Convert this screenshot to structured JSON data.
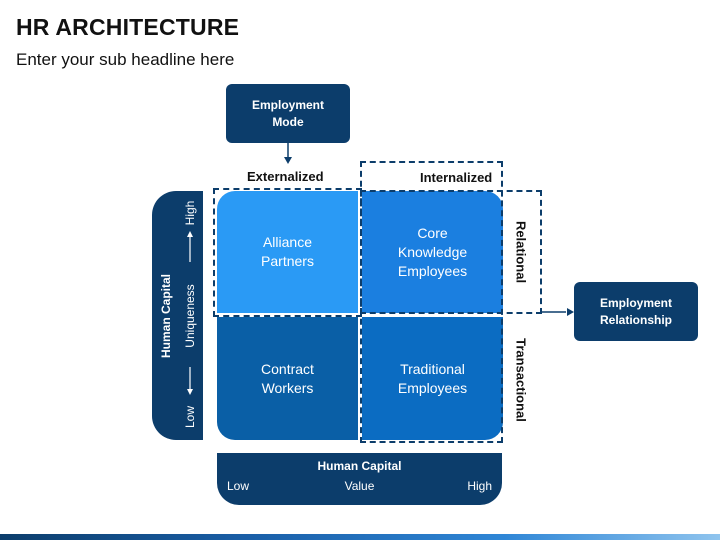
{
  "header": {
    "title": "HR ARCHITECTURE",
    "subtitle": "Enter your sub headline here"
  },
  "employment_mode": {
    "label": "Employment\nMode"
  },
  "employment_relationship": {
    "label": "Employment\nRelationship"
  },
  "columns": {
    "left": "Externalized",
    "right": "Internalized"
  },
  "rows": {
    "top": "Relational",
    "bottom": "Transactional"
  },
  "quadrants": {
    "top_left": "Alliance\nPartners",
    "top_right": "Core\nKnowledge\nEmployees",
    "bottom_left": "Contract\nWorkers",
    "bottom_right": "Traditional\nEmployees"
  },
  "y_axis": {
    "title": "Human Capital",
    "subtitle": "Uniqueness",
    "high": "High",
    "low": "Low"
  },
  "x_axis": {
    "title": "Human Capital",
    "subtitle": "Value",
    "low": "Low",
    "high": "High"
  },
  "colors": {
    "dark_navy": "#0c3d6b",
    "light_blue": "#2a9af5",
    "mid_blue": "#1b7fe0",
    "deep_blue": "#0a5fa6",
    "dark_blue": "#0b6cc2"
  }
}
